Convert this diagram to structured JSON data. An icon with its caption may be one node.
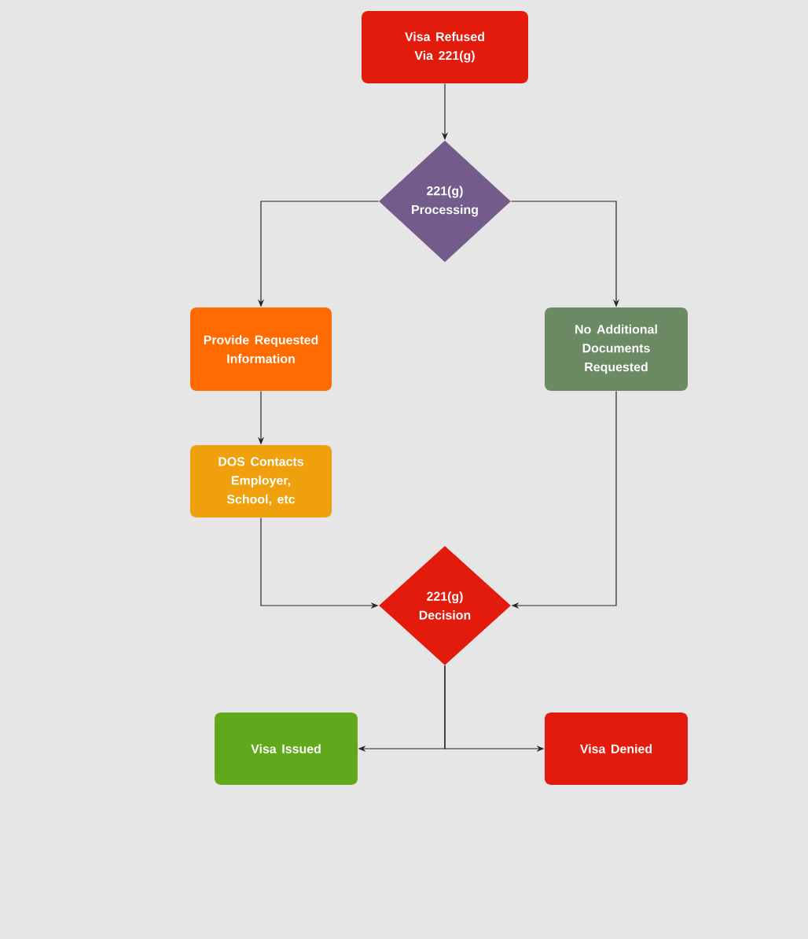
{
  "diagram": {
    "nodes": [
      {
        "text": [
          "Visa Refused Via 221(g)"
        ]
      },
      {
        "text": [
          "221(g) Processing"
        ]
      },
      {
        "text": [
          "Provide Requested Information"
        ]
      },
      {
        "text": [
          "No Additional Documents Requested"
        ]
      },
      {
        "text": [
          "DOS Contacts Employer, School, etc"
        ]
      },
      {
        "text": [
          "221(g) Decision"
        ]
      },
      {
        "text": [
          "Visa Issued"
        ]
      },
      {
        "text": [
          "Visa Denied"
        ]
      }
    ],
    "edges": [
      {
        "from": 0,
        "to": 1,
        "arrow": "to"
      },
      {
        "from": 1,
        "to": 2,
        "arrow": "to"
      },
      {
        "from": 1,
        "to": 3,
        "arrow": "to"
      },
      {
        "from": 2,
        "to": 4,
        "arrow": "to"
      },
      {
        "from": 4,
        "to": 5,
        "arrow": "to"
      },
      {
        "from": 3,
        "to": 5,
        "arrow": "to"
      },
      {
        "from": 5,
        "to": 6,
        "arrow": "to"
      },
      {
        "from": 5,
        "to": 7,
        "arrow": "to"
      }
    ]
  }
}
